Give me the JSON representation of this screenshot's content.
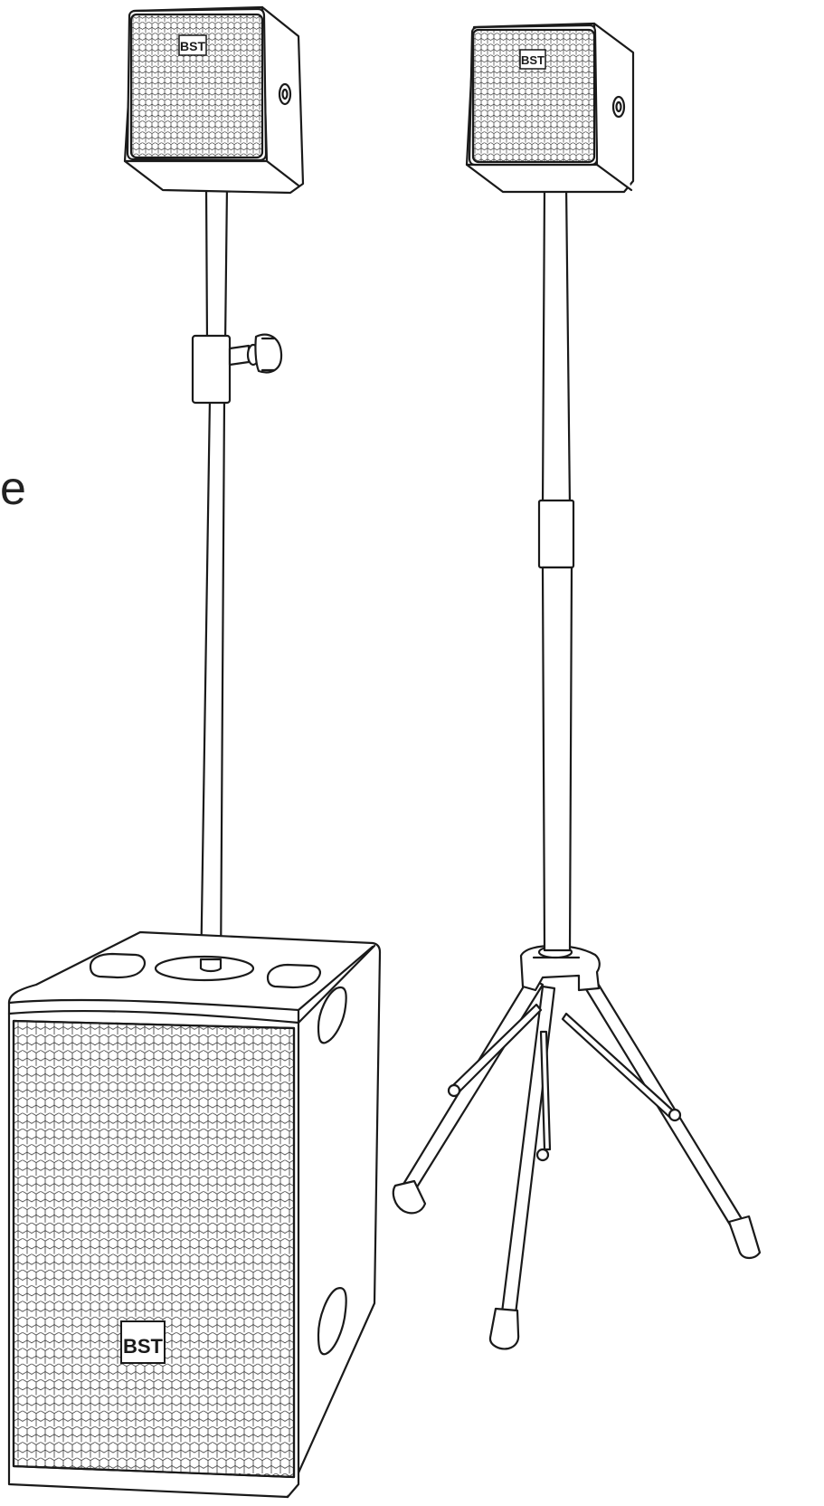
{
  "page": {
    "cropped_letter": "e"
  },
  "brand": {
    "logo_text": "BST"
  },
  "colors": {
    "line": "#1a1a1a",
    "fill": "#ffffff"
  },
  "illustration": {
    "items": [
      "satellite-speaker-left",
      "satellite-speaker-right",
      "subwoofer",
      "distance-pole-with-knob",
      "tripod-stand"
    ]
  }
}
